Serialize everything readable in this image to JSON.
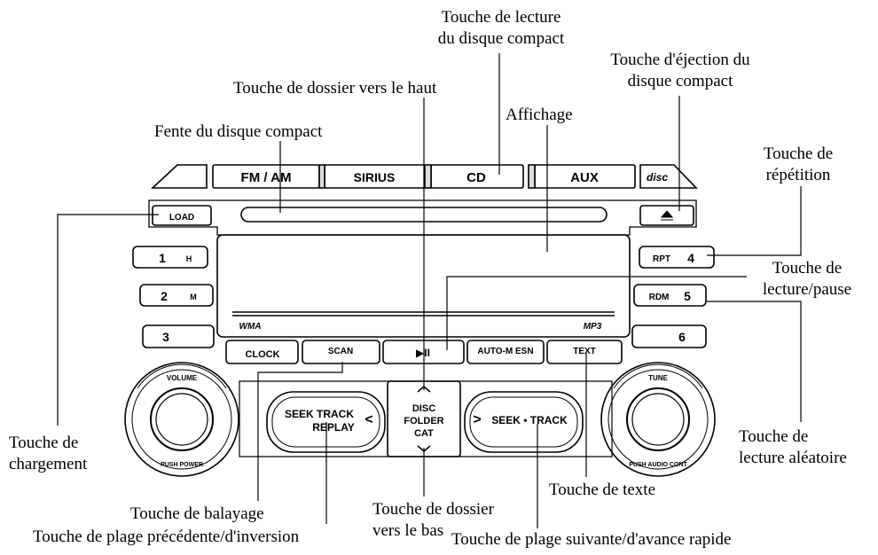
{
  "callouts": {
    "cd_play": [
      "Touche de lecture",
      "du disque compact"
    ],
    "cd_eject": [
      "Touche d'éjection du",
      "disque compact"
    ],
    "folder_up": "Touche de dossier vers le haut",
    "display": "Affichage",
    "slot": "Fente du disque compact",
    "repeat": [
      "Touche de",
      "répétition"
    ],
    "play_pause": [
      "Touche de",
      "lecture/pause"
    ],
    "load": [
      "Touche de",
      "chargement"
    ],
    "random": [
      "Touche de",
      "lecture aléatoire"
    ],
    "folder_down": [
      "Touche de dossier",
      "vers le bas"
    ],
    "text_key": "Touche de texte",
    "scan": "Touche de balayage",
    "prev_replay": "Touche de plage précédente/d'inversion",
    "next_ff": "Touche de plage suivante/d'avance rapide"
  },
  "unit": {
    "source_buttons": [
      "FM / AM",
      "SIRIUS",
      "CD",
      "AUX"
    ],
    "disc_logo": "disc",
    "load": "LOAD",
    "eject_icon": "eject-icon",
    "presets_left": [
      {
        "num": "1",
        "sub": "H"
      },
      {
        "num": "2",
        "sub": "M"
      },
      {
        "num": "3",
        "sub": ""
      }
    ],
    "presets_right": [
      {
        "num": "4",
        "sub": "RPT"
      },
      {
        "num": "5",
        "sub": "RDM"
      },
      {
        "num": "6",
        "sub": ""
      }
    ],
    "display_marks": {
      "left": "WMA",
      "right": "MP3"
    },
    "bottom_row": [
      "CLOCK",
      "SCAN",
      "▶II",
      "AUTO-M  ESN",
      "TEXT"
    ],
    "seek_left": [
      "SEEK TRACK",
      "REPLAY"
    ],
    "seek_right": "SEEK • TRACK",
    "center_rocker": [
      "DISC",
      "FOLDER",
      "CAT"
    ],
    "volume_knob": {
      "top": "VOLUME",
      "bottom": "PUSH POWER"
    },
    "tune_knob": {
      "top": "TUNE",
      "bottom": "PUSH AUDIO CONT"
    }
  }
}
